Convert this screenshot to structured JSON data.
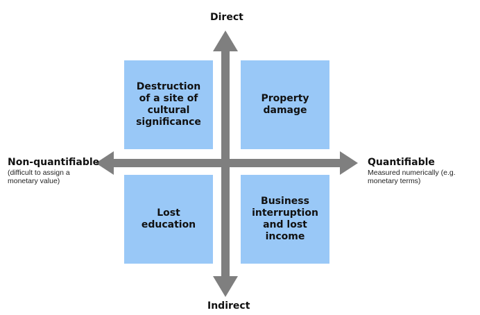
{
  "axes": {
    "top": "Direct",
    "bottom": "Indirect",
    "left": {
      "title": "Non-quantifiable",
      "note_line1": "(difficult to assign a",
      "note_line2": "monetary value)"
    },
    "right": {
      "title": "Quantifiable",
      "note_line1": "Measured numerically (e.g.",
      "note_line2": "monetary terms)"
    }
  },
  "quadrants": {
    "top_left": "Destruction of a site of cultural significance",
    "top_right": "Property damage",
    "bottom_left": "Lost education",
    "bottom_right": "Business interruption and lost income"
  },
  "colors": {
    "box_fill": "#99c8f7",
    "arrow": "#7f7f7f"
  }
}
